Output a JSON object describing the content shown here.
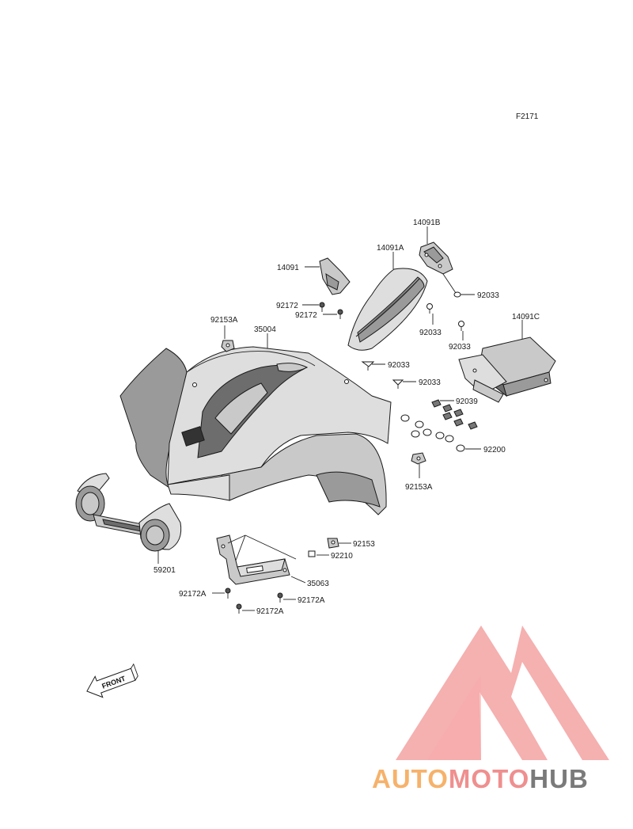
{
  "figure_code": "F2171",
  "labels": [
    {
      "id": "14091B",
      "text": "14091B"
    },
    {
      "id": "14091A",
      "text": "14091A"
    },
    {
      "id": "14091",
      "text": "14091"
    },
    {
      "id": "92172-a",
      "text": "92172"
    },
    {
      "id": "92172-b",
      "text": "92172"
    },
    {
      "id": "92033-a",
      "text": "92033"
    },
    {
      "id": "92033-b",
      "text": "92033"
    },
    {
      "id": "92033-c",
      "text": "92033"
    },
    {
      "id": "92033-d",
      "text": "92033"
    },
    {
      "id": "92033-e",
      "text": "92033"
    },
    {
      "id": "14091C",
      "text": "14091C"
    },
    {
      "id": "92153A-a",
      "text": "92153A"
    },
    {
      "id": "35004",
      "text": "35004"
    },
    {
      "id": "92039",
      "text": "92039"
    },
    {
      "id": "92200",
      "text": "92200"
    },
    {
      "id": "92153A-b",
      "text": "92153A"
    },
    {
      "id": "59201",
      "text": "59201"
    },
    {
      "id": "92153",
      "text": "92153"
    },
    {
      "id": "92210",
      "text": "92210"
    },
    {
      "id": "35063",
      "text": "35063"
    },
    {
      "id": "92172A-a",
      "text": "92172A"
    },
    {
      "id": "92172A-b",
      "text": "92172A"
    },
    {
      "id": "92172A-c",
      "text": "92172A"
    }
  ],
  "front_arrow": "FRONT",
  "watermark": {
    "part1": "AUTO",
    "part2": "MOTO",
    "part3": "HUB",
    "color1": "#f6b26b",
    "color2": "#ef8f8f",
    "color3": "#7a7a7a",
    "logo_color": "#f08b8b"
  }
}
